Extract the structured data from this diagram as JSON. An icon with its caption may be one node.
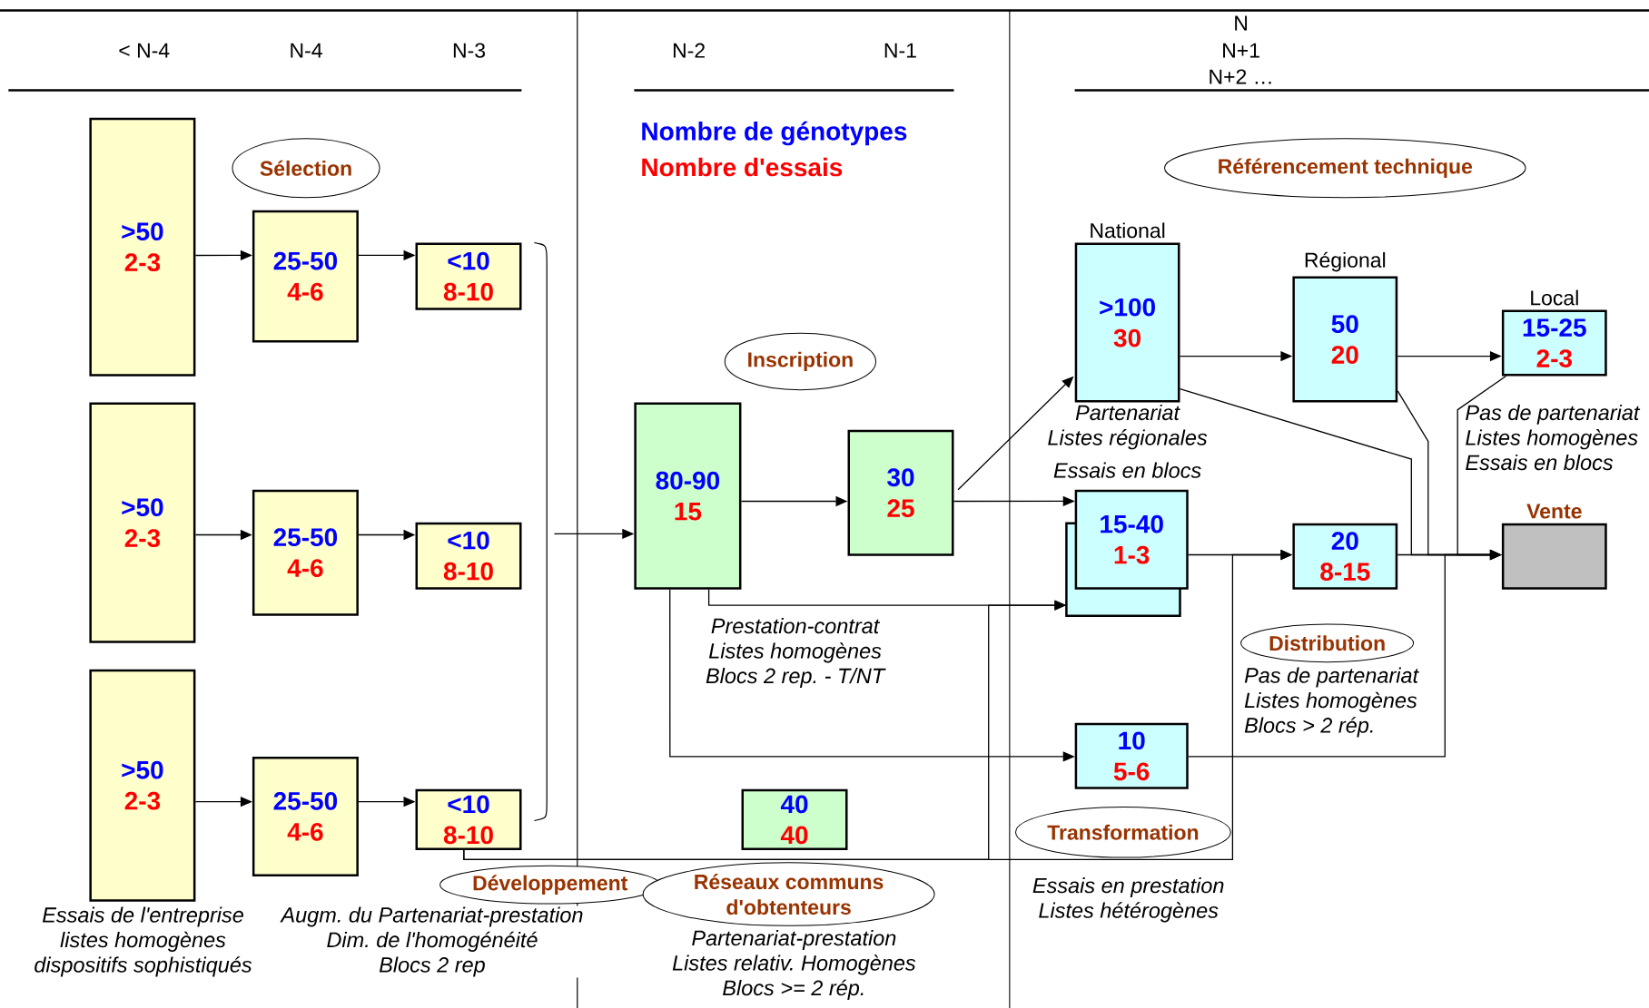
{
  "diagram": {
    "nodes": [
      {
        "text": [
          ">50",
          "2-3"
        ]
      },
      {
        "text": [
          "25-50",
          "4-6"
        ]
      },
      {
        "text": [
          "<10",
          "8-10"
        ]
      },
      {
        "text": [
          ">50",
          "2-3"
        ]
      },
      {
        "text": [
          "25-50",
          "4-6"
        ]
      },
      {
        "text": [
          "<10",
          "8-10"
        ]
      },
      {
        "text": [
          ">50",
          "2-3"
        ]
      },
      {
        "text": [
          "25-50",
          "4-6"
        ]
      },
      {
        "text": [
          "<10",
          "8-10"
        ]
      },
      {
        "text": [
          "80-90",
          "15"
        ]
      },
      {
        "text": [
          "30",
          "25"
        ]
      },
      {
        "text": [
          "40",
          "40"
        ]
      },
      {
        "text": [
          "National",
          ">100",
          "30"
        ],
        "beside": [
          "Partenariat Listes régionales"
        ]
      },
      {
        "text": [
          "Régional",
          "50",
          "20"
        ]
      },
      {
        "text": [
          "Local",
          "15-25",
          "2-3"
        ],
        "beside": [
          "Pas de partenariat Listes homogènes Essais en blocs"
        ]
      },
      {
        "text": [
          "15-40",
          "1-3"
        ],
        "beside": [
          "Essais en blocs"
        ]
      },
      {
        "text": [
          "20",
          "8-15"
        ]
      },
      {
        "text": [
          "10",
          "5-6"
        ]
      },
      {
        "text": [
          "Vente"
        ]
      },
      {
        "text": [
          "Sélection"
        ]
      },
      {
        "text": [
          "Inscription"
        ]
      },
      {
        "text": [
          "Référencement technique"
        ]
      },
      {
        "text": [
          "Distribution"
        ]
      },
      {
        "text": [
          "Transformation"
        ]
      },
      {
        "text": [
          "Développement"
        ]
      },
      {
        "text": [
          "Réseaux communs d'obtenteurs"
        ]
      }
    ],
    "edges": [
      {
        "from": 0,
        "to": 1,
        "arrow": "to"
      },
      {
        "from": 1,
        "to": 2,
        "arrow": "to"
      },
      {
        "from": 3,
        "to": 4,
        "arrow": "to"
      },
      {
        "from": 4,
        "to": 5,
        "arrow": "to"
      },
      {
        "from": 6,
        "to": 7,
        "arrow": "to"
      },
      {
        "from": 7,
        "to": 8,
        "arrow": "to"
      },
      {
        "from": null,
        "to": 9,
        "arrow": "to"
      },
      {
        "from": 9,
        "to": 10,
        "arrow": "to"
      },
      {
        "from": 10,
        "to": 12,
        "arrow": "to"
      },
      {
        "from": 10,
        "to": 15,
        "arrow": "to"
      },
      {
        "from": 9,
        "to": 15,
        "arrow": "to"
      },
      {
        "from": 9,
        "to": 17,
        "arrow": "to"
      },
      {
        "from": 8,
        "to": 15,
        "arrow": "to"
      },
      {
        "from": 8,
        "to": 16,
        "arrow": "to"
      },
      {
        "from": 12,
        "to": 13,
        "arrow": "to"
      },
      {
        "from": 13,
        "to": 14,
        "arrow": "to"
      },
      {
        "from": 12,
        "to": 18,
        "arrow": "to"
      },
      {
        "from": 13,
        "to": 18,
        "arrow": "to"
      },
      {
        "from": 14,
        "to": 18,
        "arrow": "to"
      },
      {
        "from": 15,
        "to": 16,
        "arrow": "to"
      },
      {
        "from": 16,
        "to": 18,
        "arrow": "to"
      },
      {
        "from": 17,
        "to": 18,
        "arrow": "to"
      }
    ],
    "labels": [
      "< N-4",
      "N-4",
      "N-3",
      "N-2",
      "N-1",
      "N",
      "N+1",
      "N+2 …",
      "Nombre de génotypes",
      "Nombre d'essais",
      "Prestation-contrat Listes homogènes Blocs 2 rep. - T/NT",
      "Pas de partenariat Listes homogènes Blocs > 2 rép.",
      "Essais de l'entreprise listes homogènes dispositifs sophistiqués",
      "Augm. du Partenariat-prestation Dim. de l'homogénéité Blocs 2 rep",
      "Partenariat-prestation Listes relativ. Homogènes Blocs >= 2 rép.",
      "Essais en prestation Listes hétérogènes"
    ]
  }
}
